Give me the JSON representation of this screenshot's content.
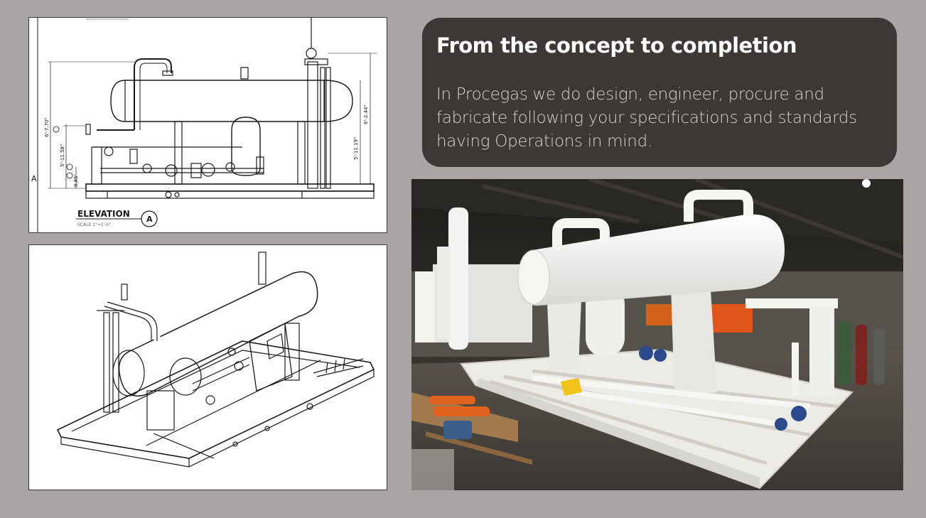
{
  "header": {
    "title": "From the concept to completion",
    "body": "In Procegas we do design, engineer, procure and fabricate following your specifications and standards having Operations in mind."
  },
  "elevation_drawing": {
    "title": "ELEVATION",
    "scale_text": "SCALE  1\"=1'-0\"",
    "callout": "A",
    "side_marker": "A",
    "dimensions": [
      "6'-7.70\"",
      "5'-11.58\"",
      "6'-2.44\"",
      "5'-11.19\"",
      "0.85'"
    ]
  },
  "colors": {
    "background": "#a9a5a4",
    "text_box": "#3d3836",
    "drawing_line": "#1a1a1a",
    "equipment_white": "#f2f2f0"
  }
}
